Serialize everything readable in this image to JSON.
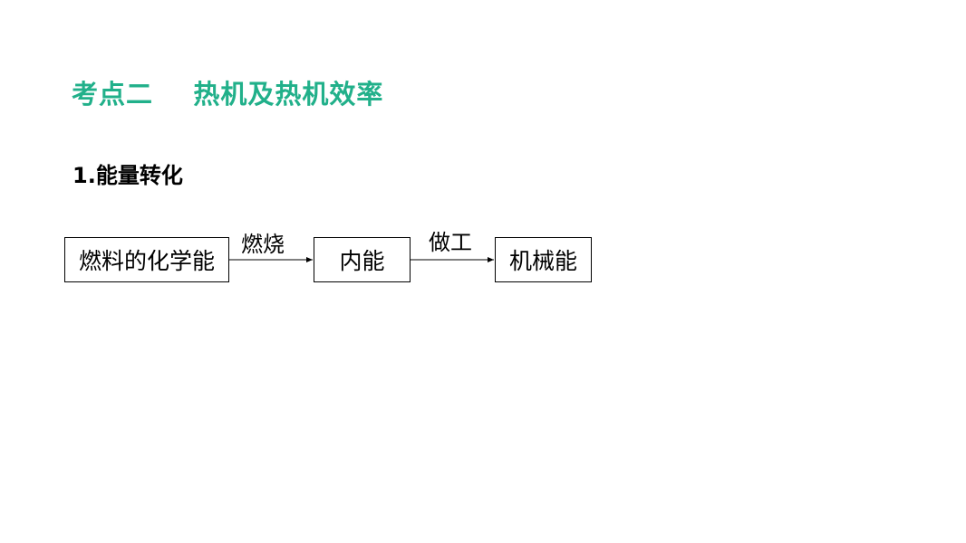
{
  "slide": {
    "title": "考点二    热机及热机效率",
    "heading": "1.能量转化"
  },
  "diagram": {
    "nodes": [
      {
        "label": "燃料的化学能"
      },
      {
        "label": "内能"
      },
      {
        "label": "机械能"
      }
    ],
    "edges": [
      {
        "from": 0,
        "to": 1,
        "label": "燃烧"
      },
      {
        "from": 1,
        "to": 2,
        "label": "做工"
      }
    ]
  },
  "colors": {
    "title": "#21b08a",
    "text": "#000000"
  }
}
